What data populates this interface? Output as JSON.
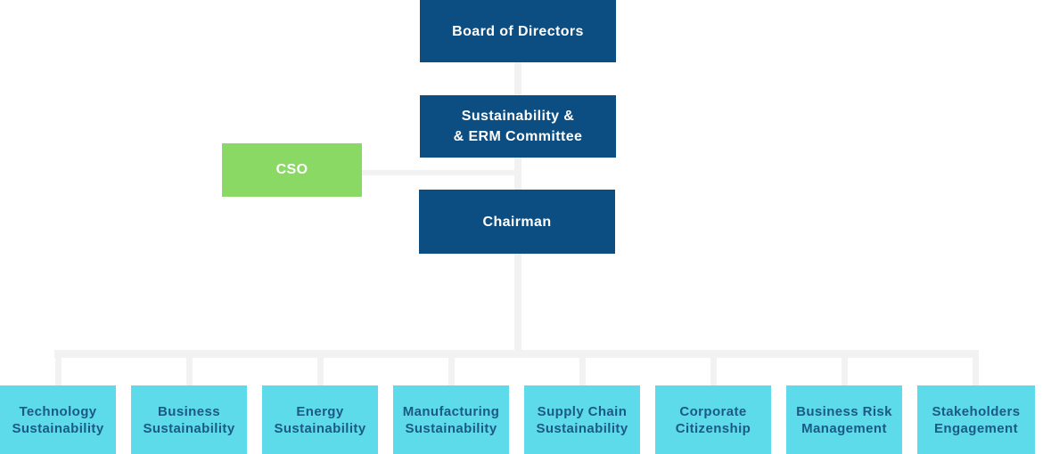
{
  "colors": {
    "dark_blue": "#0d4e82",
    "green": "#8ad964",
    "cyan": "#5edbea",
    "line": "#f2f2f2",
    "text_dark": "#1b5a85",
    "text_light": "#ffffff"
  },
  "chart_data": {
    "type": "org-chart",
    "title": "",
    "hierarchy": "Board of Directors > Sustainability & ERM Committee > Chairman > 8 departments; CSO attached laterally between committee and chairman"
  },
  "nodes": {
    "board": "Board of Directors",
    "committee_line1": "Sustainability &",
    "committee_line2": "& ERM Committee",
    "cso": "CSO",
    "chairman": "Chairman"
  },
  "departments": [
    {
      "line1": "Technology",
      "line2": "Sustainability"
    },
    {
      "line1": "Business",
      "line2": "Sustainability"
    },
    {
      "line1": "Energy",
      "line2": "Sustainability"
    },
    {
      "line1": "Manufacturing",
      "line2": "Sustainability"
    },
    {
      "line1": "Supply Chain",
      "line2": "Sustainability"
    },
    {
      "line1": "Corporate",
      "line2": "Citizenship"
    },
    {
      "line1": "Business Risk",
      "line2": "Management"
    },
    {
      "line1": "Stakeholders",
      "line2": "Engagement"
    }
  ]
}
